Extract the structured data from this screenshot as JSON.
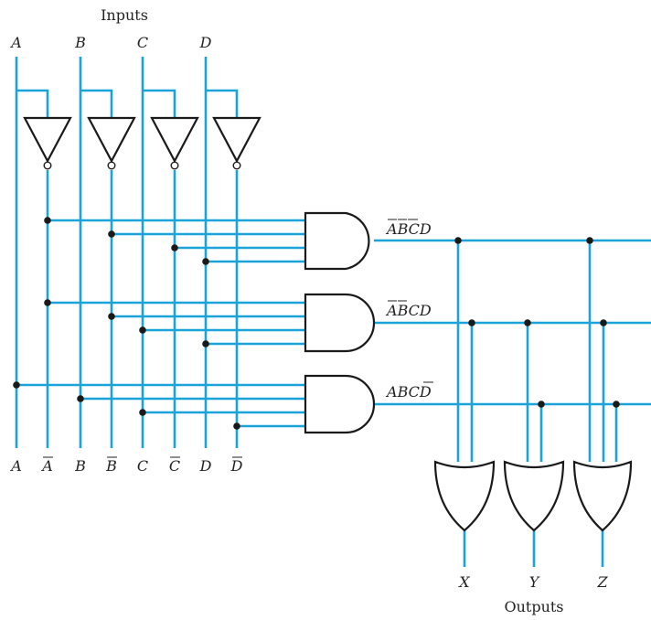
{
  "header": {
    "inputs_label": "Inputs",
    "outputs_label": "Outputs"
  },
  "inputs": {
    "a": "A",
    "b": "B",
    "c": "C",
    "d": "D"
  },
  "bottom_labels": {
    "a": "A",
    "a_bar": "A",
    "b": "B",
    "b_bar": "B",
    "c": "C",
    "c_bar": "C",
    "d": "D",
    "d_bar": "D"
  },
  "terms": {
    "term1": {
      "chars": [
        "A",
        "B",
        "C",
        "D"
      ]
    },
    "term2": {
      "chars": [
        "A",
        "B",
        "C",
        "D"
      ]
    },
    "term3": {
      "chars": [
        "A",
        "B",
        "C",
        "D"
      ]
    }
  },
  "outputs": {
    "x": "X",
    "y": "Y",
    "z": "Z"
  },
  "colors": {
    "wire": "#1aa3d9",
    "gate": "#1a1a1a",
    "background": "#ffffff"
  }
}
